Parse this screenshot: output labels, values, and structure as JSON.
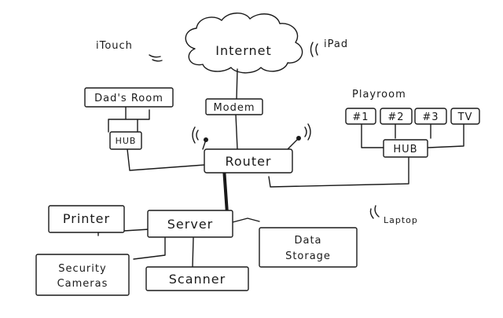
{
  "diagram": {
    "internet": "Internet",
    "modem": "Modem",
    "router": "Router",
    "itouch": "iTouch",
    "ipad": "iPad",
    "dads_room": "Dad's Room",
    "hub_left": "HUB",
    "playroom": "Playroom",
    "hub_right": "HUB",
    "device_1": "#1",
    "device_2": "#2",
    "device_3": "#3",
    "tv": "TV",
    "laptop": "Laptop",
    "printer": "Printer",
    "server": "Server",
    "security_line1": "Security",
    "security_line2": "Cameras",
    "scanner": "Scanner",
    "storage_line1": "Data",
    "storage_line2": "Storage"
  }
}
